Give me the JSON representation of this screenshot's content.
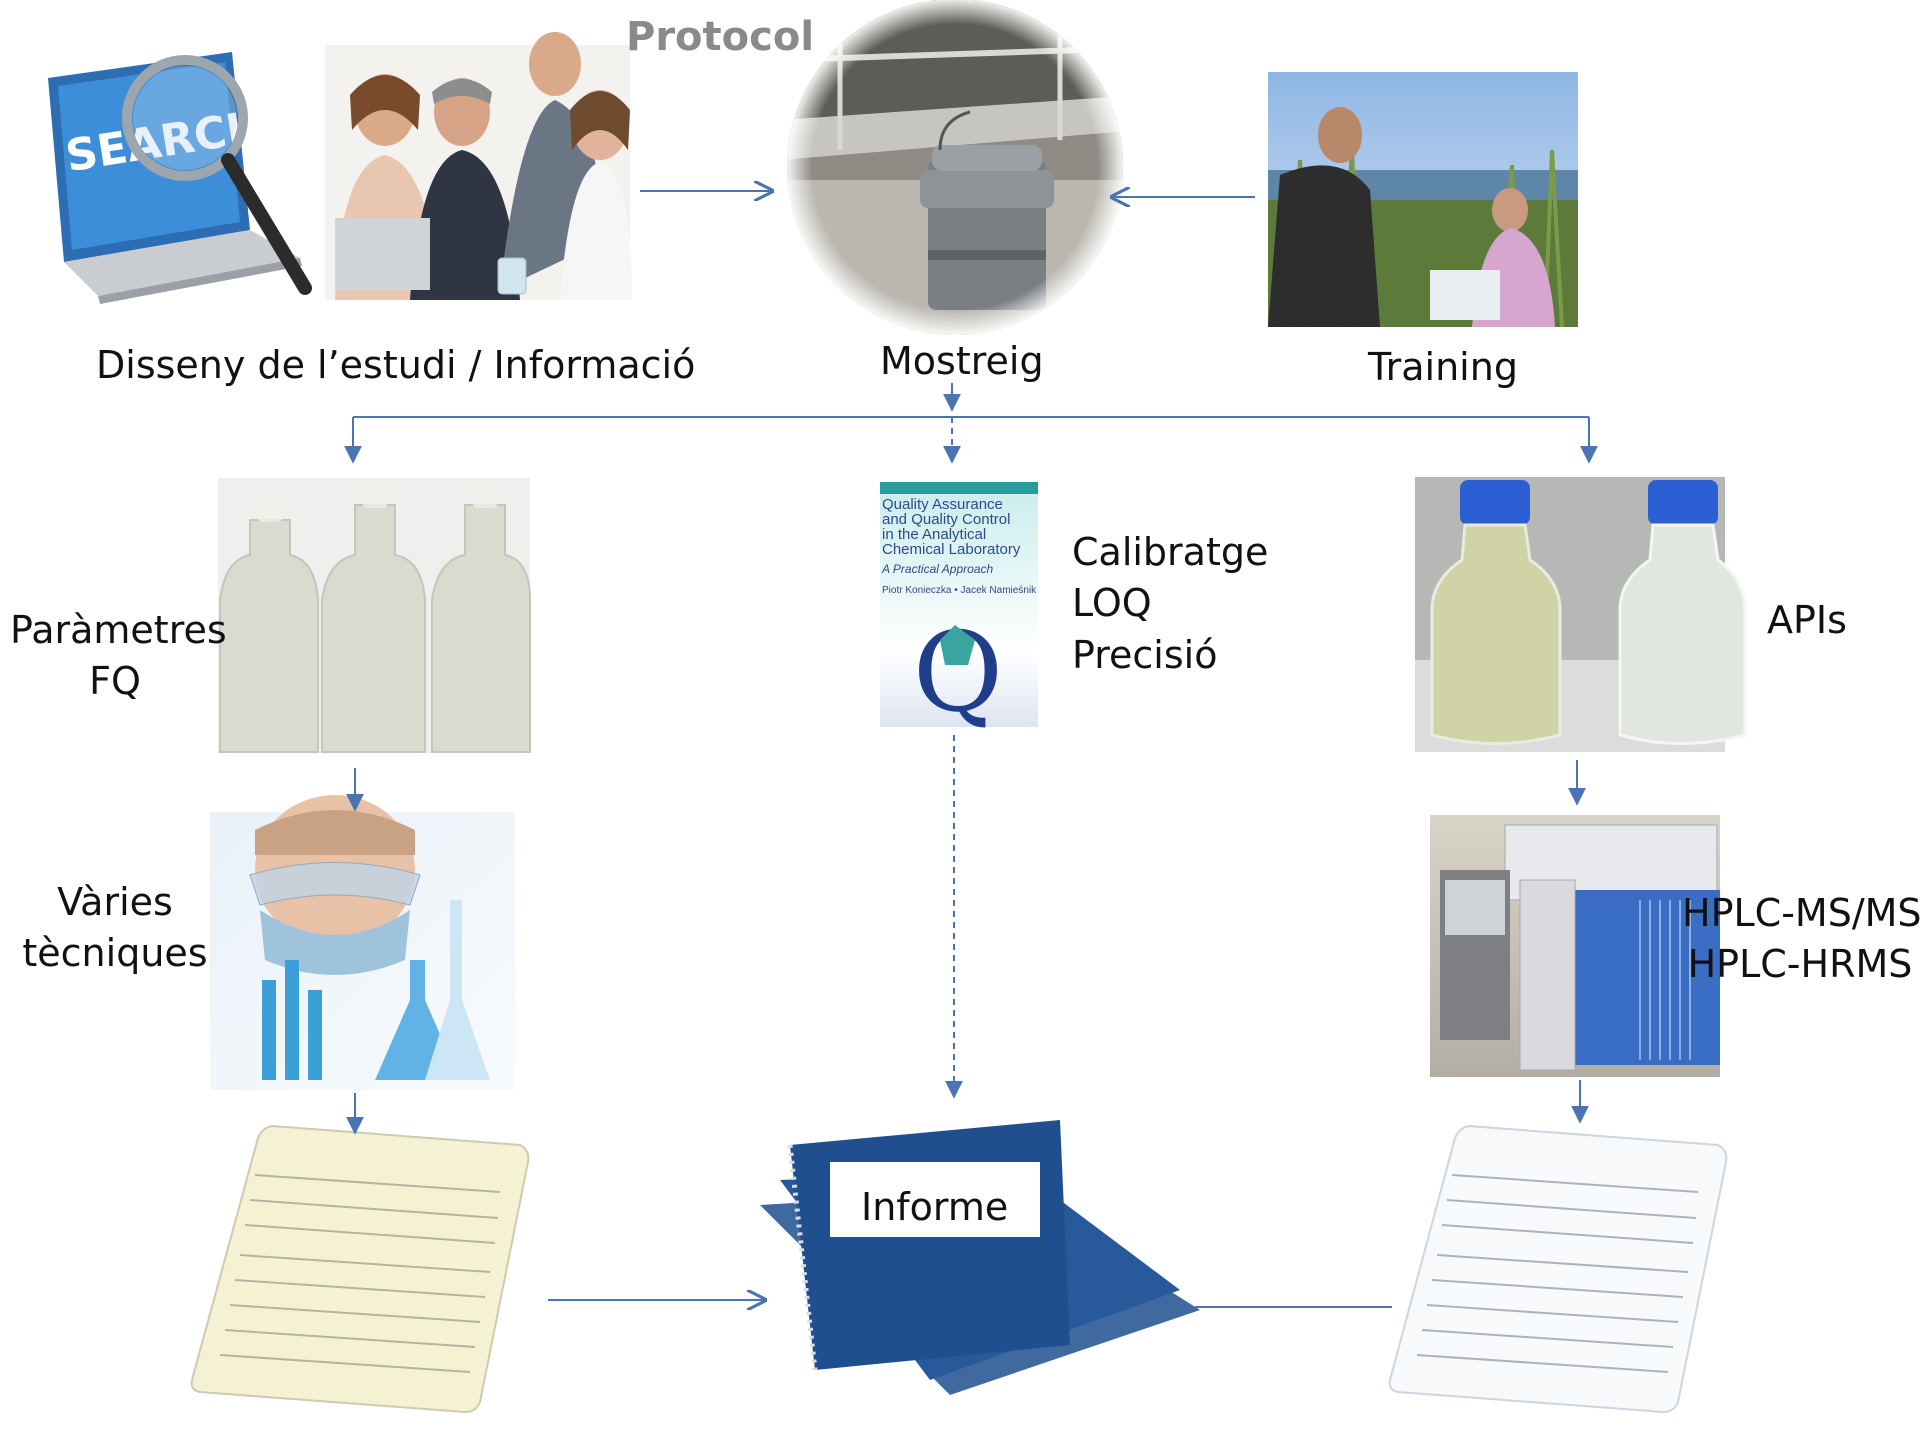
{
  "protocol_title": "Protocol",
  "labels": {
    "study_design": "Disseny de l’estudi / Informació",
    "sampling": "Mostreig",
    "training": "Training",
    "fq_line1": "Paràmetres",
    "fq_line2": "FQ",
    "qa_line1": "Calibratge",
    "qa_line2": "LOQ",
    "qa_line3": "Precisió",
    "apis": "APIs",
    "techniques_line1": "Vàries",
    "techniques_line2": "tècniques",
    "hplc_line1": "HPLC-MS/MS",
    "hplc_line2": "HPLC-HRMS",
    "report": "Informe"
  },
  "search_screen_text": "SEARCH",
  "qa_book": {
    "title_line1": "Quality Assurance",
    "title_line2": "and Quality Control",
    "title_line3": "in the Analytical",
    "title_line4": "Chemical Laboratory",
    "subtitle": "A Practical Approach",
    "authors": "Piotr Konieczka • Jacek Namieśnik",
    "logo_letter": "Q"
  },
  "colors": {
    "arrow": "#4a74b4",
    "book_blue": "#1f4f8f",
    "label_text": "#111111",
    "protocol_text": "#8a8a8a"
  }
}
